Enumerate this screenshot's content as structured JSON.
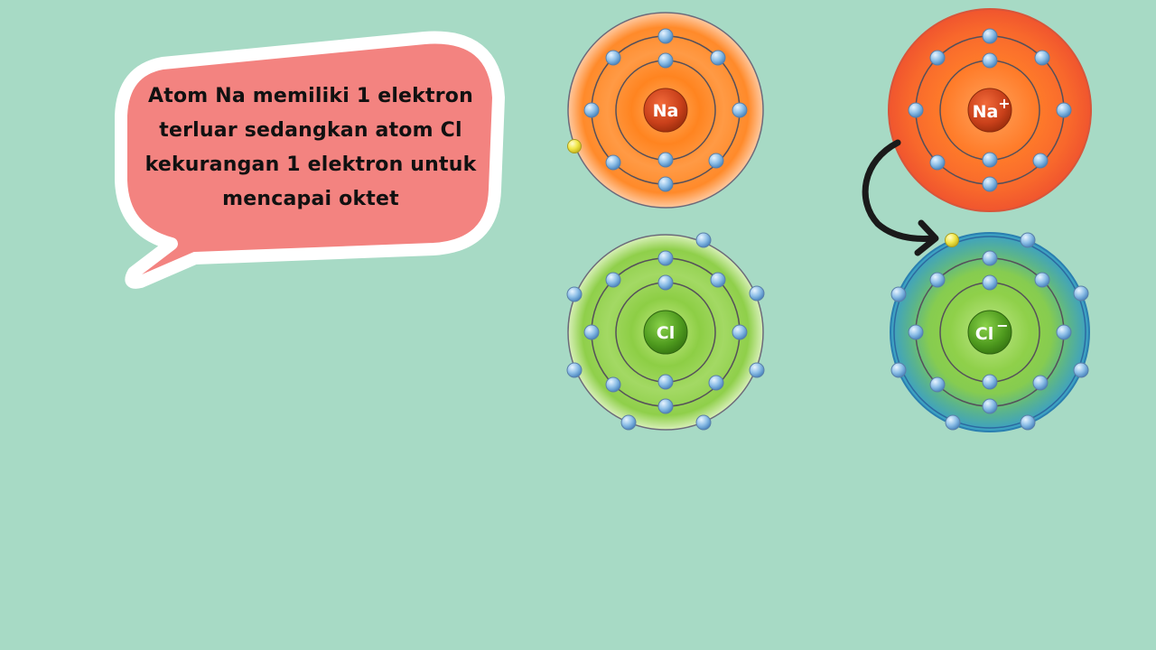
{
  "speech_bubble": {
    "lines": [
      "Atom Na memiliki 1 elektron",
      "terluar  sedangkan  atom Cl",
      "kekurangan 1 elektron untuk",
      "mencapai oktet"
    ]
  },
  "atoms": {
    "na": {
      "symbol": "Na",
      "charge": "",
      "shell_electrons": [
        2,
        8,
        1
      ]
    },
    "na_ion": {
      "symbol": "Na",
      "charge": "+",
      "shell_electrons": [
        2,
        8
      ]
    },
    "cl": {
      "symbol": "Cl",
      "charge": "",
      "shell_electrons": [
        2,
        8,
        7
      ]
    },
    "cl_ion": {
      "symbol": "Cl",
      "charge": "−",
      "shell_electrons": [
        2,
        8,
        8
      ]
    }
  },
  "colors": {
    "background": "#a7dac5",
    "bubble_fill": "#f38380",
    "bubble_border": "#ffffff",
    "na_atom": "#ff8a2a",
    "na_ion": "#f66a2e",
    "cl_atom": "#96d24e",
    "cl_ion_outer": "#3a9fc8",
    "electron": "#8fc0e8",
    "transferred_electron": "#f2e84a",
    "arrow": "#1a1a1a"
  }
}
